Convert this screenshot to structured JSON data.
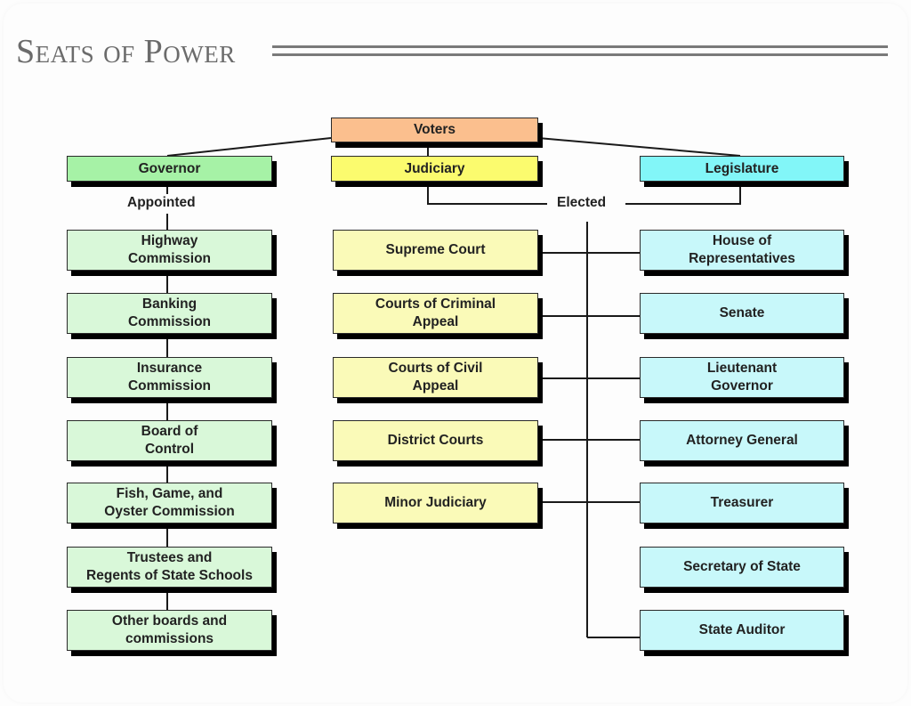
{
  "title": "Seats of Power",
  "top": {
    "label": "Voters",
    "color": "#fbbf8e"
  },
  "branches": {
    "governor": {
      "label": "Governor",
      "color": "#a6f2a6",
      "connector_label": "Appointed"
    },
    "judiciary": {
      "label": "Judiciary",
      "color": "#fbfb6e"
    },
    "legislature": {
      "label": "Legislature",
      "color": "#82f6f8"
    },
    "elected_label": "Elected"
  },
  "governor_items": [
    "Highway\nCommission",
    "Banking\nCommission",
    "Insurance\nCommission",
    "Board of\nControl",
    "Fish, Game, and\nOyster Commission",
    "Trustees and\nRegents of State Schools",
    "Other boards and\ncommissions"
  ],
  "judiciary_items": [
    "Supreme Court",
    "Courts of Criminal\nAppeal",
    "Courts of Civil\nAppeal",
    "District Courts",
    "Minor Judiciary"
  ],
  "legislature_items": [
    "House of\nRepresentatives",
    "Senate",
    "Lieutenant\nGovernor",
    "Attorney General",
    "Treasurer",
    "Secretary of State",
    "State Auditor"
  ]
}
